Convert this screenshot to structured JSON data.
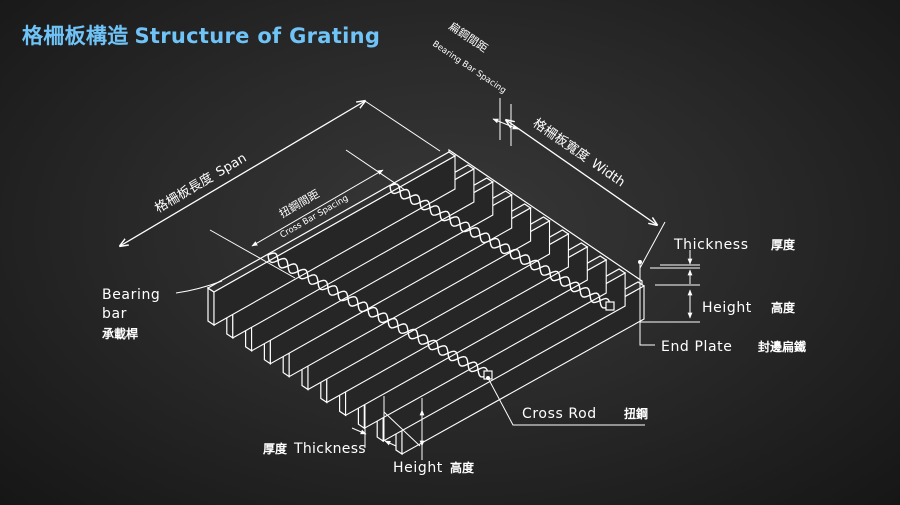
{
  "title": {
    "zh": "格柵板構造",
    "en": "Structure of Grating"
  },
  "labels": {
    "bearing_bar_spacing_zh": "扁鋼間距",
    "bearing_bar_spacing_en": "Bearing Bar Spacing",
    "width_zh": "格柵板寬度",
    "width_en": "Width",
    "span_zh": "格柵板長度",
    "span_en": "Span",
    "cross_bar_spacing_zh": "扭鋼間距",
    "cross_bar_spacing_en": "Cross Bar Spacing",
    "thickness_right_en": "Thickness",
    "thickness_right_zh": "厚度",
    "height_right_en": "Height",
    "height_right_zh": "高度",
    "end_plate_en": "End Plate",
    "end_plate_zh": "封邊扁鐵",
    "bearing_bar_en_1": "Bearing",
    "bearing_bar_en_2": "bar",
    "bearing_bar_zh": "承載桿",
    "cross_rod_en": "Cross Rod",
    "cross_rod_zh": "扭鋼",
    "thickness_bottom_zh": "厚度",
    "thickness_bottom_en": "Thickness",
    "height_bottom_en": "Height",
    "height_bottom_zh": "高度"
  },
  "colors": {
    "title": "#6fc3f7",
    "lines": "#ffffff",
    "background": "#2a2a2a"
  }
}
